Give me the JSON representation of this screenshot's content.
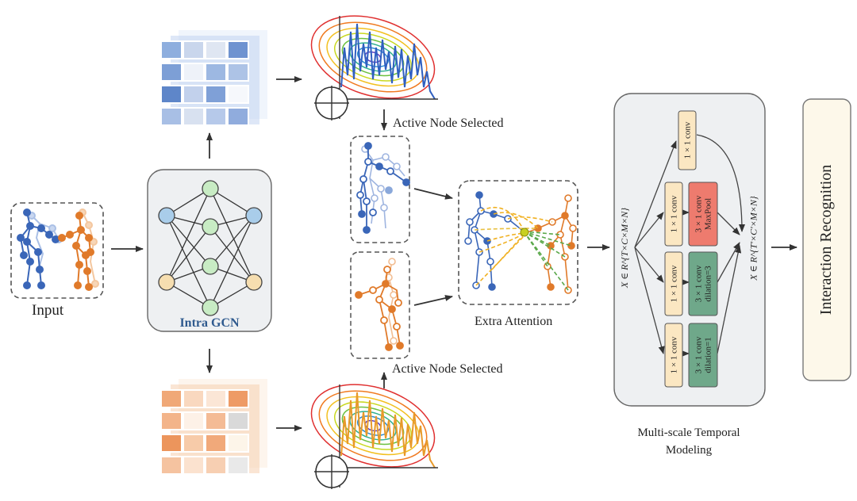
{
  "labels": {
    "input": "Input",
    "intra_gcn": "Intra GCN",
    "active_node_top": "Active Node Selected",
    "active_node_bottom": "Active Node Selected",
    "extra_attention": "Extra Attention",
    "multiscale": "Multi-scale Temporal Modeling",
    "interaction": "Interaction Recognition",
    "x_in": "X ∈ R^{T×C×M×N}",
    "x_out": "X ∈ R^{T'×C'×M×N}"
  },
  "convs": {
    "top": "1 × 1 conv",
    "b1": "1 × 1 conv",
    "b2": "1 × 1 conv",
    "b3": "1 × 1 conv",
    "red": "3 × 1 conv\nMaxPool",
    "green1": "3 × 1 conv\ndilation=3",
    "green2": "3 × 1 conv\ndilation=1"
  },
  "colors": {
    "blue": "#3a66b8",
    "orange": "#e07a2a",
    "gcn_blue": "#2f5a8e",
    "conv_yellow": "#fbe7c2",
    "conv_red": "#ee7b6e",
    "conv_green": "#6fa88a",
    "panel_bg": "#eef0f2",
    "box_cream": "#fdf8ea"
  }
}
